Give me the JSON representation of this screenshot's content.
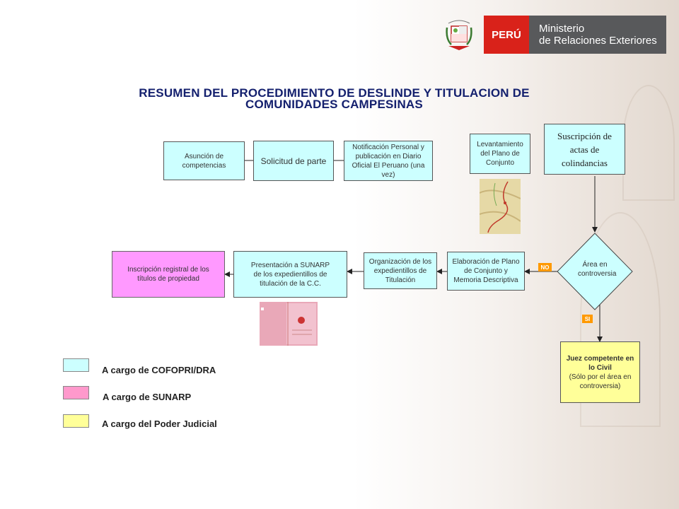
{
  "header": {
    "country": "PERÚ",
    "ministry_line1": "Ministerio",
    "ministry_line2": "de Relaciones Exteriores"
  },
  "title_line1": "RESUMEN DEL PROCEDIMIENTO DE DESLINDE Y TITULACION DE",
  "title_line2": "COMUNIDADES CAMPESINAS",
  "steps": {
    "asuncion": "Asunción de competencias",
    "solicitud": "Solicitud de parte",
    "notificacion": "Notificación Personal y publicación en Diario Oficial El Peruano (una vez)",
    "levantamiento": "Levantamiento del Plano de Conjunto",
    "suscripcion": "Suscripción de actas de colindancias",
    "area_controversia": "Área en controversia",
    "elaboracion": "Elaboración de Plano de Conjunto y Memoria Descriptiva",
    "organizacion": "Organización de los expedientillos de Titulación",
    "presentacion": "Presentación a SUNARP de los expedientillos de titulación de la C.C.",
    "inscripcion": "Inscripción registral de los títulos de propiedad",
    "juez_title": "Juez competente en lo Civil",
    "juez_note": "(Sólo por el área en controversia)"
  },
  "decision_labels": {
    "no": "NO",
    "si": "SI"
  },
  "legend": [
    {
      "label": "A cargo de COFOPRI/DRA",
      "color": "#ccffff"
    },
    {
      "label": "A cargo de SUNARP",
      "color": "#ff99cc"
    },
    {
      "label": "A cargo del Poder Judicial",
      "color": "#ffff99"
    }
  ],
  "colors": {
    "title": "#14206e",
    "accent_red": "#d9221a",
    "tag_orange": "#ff9900"
  }
}
